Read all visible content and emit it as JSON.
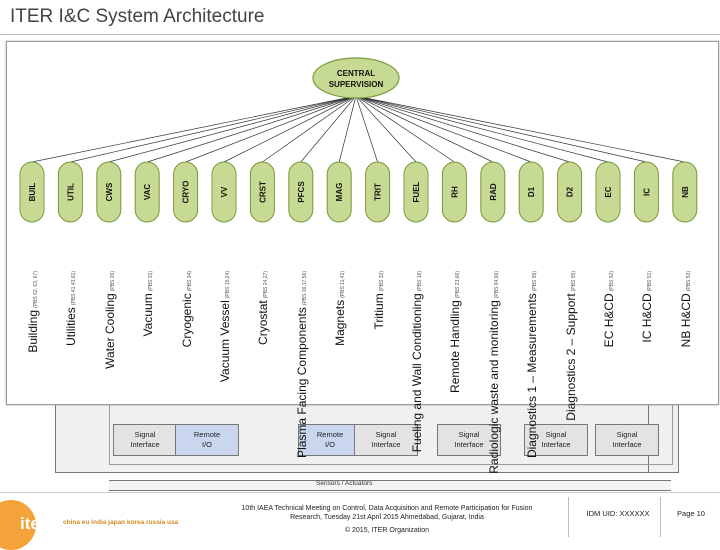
{
  "title": "ITER I&C System Architecture",
  "central": {
    "line1": "CENTRAL",
    "line2": "SUPERVISION"
  },
  "nodes": [
    {
      "code": "BUIL",
      "name": "Building",
      "pbs": "(PBS 62, 63, 67)"
    },
    {
      "code": "UTIL",
      "name": "Utilities",
      "pbs": "(PBS 41,43,61)"
    },
    {
      "code": "CWS",
      "name": "Water Cooling",
      "pbs": "(PBS 26)"
    },
    {
      "code": "VAC",
      "name": "Vacuum",
      "pbs": "(PBS 31)"
    },
    {
      "code": "CRYO",
      "name": "Cryogenic",
      "pbs": "(PBS 34)"
    },
    {
      "code": "VV",
      "name": "Vacuum Vessel",
      "pbs": "(PBS 15,24)"
    },
    {
      "code": "CRST",
      "name": "Cryostat",
      "pbs": "(PBS 24,27)"
    },
    {
      "code": "PFCS",
      "name": "Plasma Facing Components",
      "pbs": "(PBS 16,17,56)"
    },
    {
      "code": "MAG",
      "name": "Magnets",
      "pbs": "(PBS 11,41)"
    },
    {
      "code": "TRIT",
      "name": "Tritium",
      "pbs": "(PBS 32)"
    },
    {
      "code": "FUEL",
      "name": "Fueling and Wall Conditioning",
      "pbs": "(PBS 18)"
    },
    {
      "code": "RH",
      "name": "Remote Handling",
      "pbs": "(PBS 23,66)"
    },
    {
      "code": "RAD",
      "name": "Radiologic waste and monitoring",
      "pbs": "(PBS 64,66)"
    },
    {
      "code": "D1",
      "name": "Diagnostics 1 – Measurements",
      "pbs": "(PBS 55)"
    },
    {
      "code": "D2",
      "name": "Diagnostics 2 – Support",
      "pbs": "(PBS 55)"
    },
    {
      "code": "EC",
      "name": "EC H&CD",
      "pbs": "(PBS 52)"
    },
    {
      "code": "IC",
      "name": "IC H&CD",
      "pbs": "(PBS 51)"
    },
    {
      "code": "NB",
      "name": "NB H&CD",
      "pbs": "(PBS 53)"
    }
  ],
  "bottom_boxes": [
    {
      "line1": "Signal",
      "line2": "Interface",
      "kind": "signal"
    },
    {
      "line1": "Remote",
      "line2": "I/O",
      "kind": "remote"
    },
    {
      "line1": "Remote",
      "line2": "I/O",
      "kind": "remote"
    },
    {
      "line1": "Signal",
      "line2": "Interface",
      "kind": "signal"
    },
    {
      "line1": "Signal",
      "line2": "Interface",
      "kind": "signal"
    },
    {
      "line1": "Signal",
      "line2": "Interface",
      "kind": "signal"
    },
    {
      "line1": "Signal",
      "line2": "Interface",
      "kind": "signal"
    }
  ],
  "sensors_label": "Sensors / Actuators",
  "footer": {
    "logo": "iter",
    "members": "china eu india japan korea russia usa",
    "conference": "10th IAEA Technical Meeting on Control, Data Acquisition and Remote Participation for Fusion Research, Tuesday 21st April 2015 Ahmedabad, Gujarat, India",
    "copyright": "© 2015, ITER Organization",
    "idm": "IDM UID: XXXXXX",
    "page": "Page 10"
  },
  "colors": {
    "node_fill": "#c6da93",
    "node_stroke": "#7a9a3a",
    "central_fill": "#c6da93",
    "remote_fill": "#c9d6ee",
    "signal_fill": "#e3e3e3",
    "logo": "#f4a23a"
  }
}
